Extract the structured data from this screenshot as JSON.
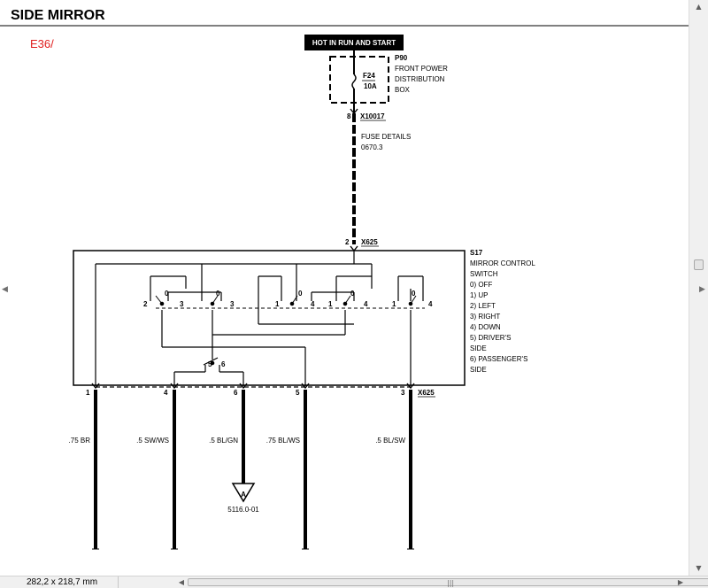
{
  "diagram": {
    "title": "SIDE MIRROR",
    "model": "E36/",
    "supply": "HOT IN RUN AND START",
    "fuse_box": {
      "id": "P90",
      "name_lines": [
        "FRONT POWER",
        "DISTRIBUTION",
        "BOX"
      ],
      "fuse": "F24",
      "rating": "10A",
      "pin": "8",
      "connector": "X10017"
    },
    "fuse_details": [
      "FUSE DETAILS",
      "0670.3"
    ],
    "switch_input": {
      "pin": "2",
      "connector": "X625"
    },
    "switch": {
      "id": "S17",
      "name_lines": [
        "MIRROR CONTROL",
        "SWITCH"
      ],
      "positions": [
        "0)   OFF",
        "1)   UP",
        "2)   LEFT",
        "3)   RIGHT",
        "4)   DOWN",
        "5)   DRIVER'S",
        "      SIDE",
        "6)   PASSENGER'S",
        "      SIDE"
      ]
    },
    "contact_labels": {
      "g1": [
        "2",
        "0",
        "3",
        "0",
        "3"
      ],
      "g2": [
        "1",
        "0",
        "4",
        "1",
        "0",
        "4"
      ],
      "g3": [
        "1",
        "0",
        "4"
      ],
      "selector": [
        "5",
        "6"
      ]
    },
    "output_connector": "X625",
    "outputs": [
      {
        "pin": "1",
        "wire": ".75 BR"
      },
      {
        "pin": "4",
        "wire": ".5 SW/WS"
      },
      {
        "pin": "6",
        "wire": ".5 BL/GN"
      },
      {
        "pin": "5",
        "wire": ".75 BL/WS"
      },
      {
        "pin": "3",
        "wire": ".5 BL/SW"
      }
    ],
    "ground_ref": "5116.0-01"
  },
  "status": {
    "dimensions": "282,2 x 218,7 mm"
  },
  "icons": [
    "scroll-up-arrow-icon",
    "scroll-down-arrow-icon",
    "scroll-left-arrow-icon",
    "scroll-right-arrow-icon",
    "grip-icon",
    "ground-icon"
  ]
}
